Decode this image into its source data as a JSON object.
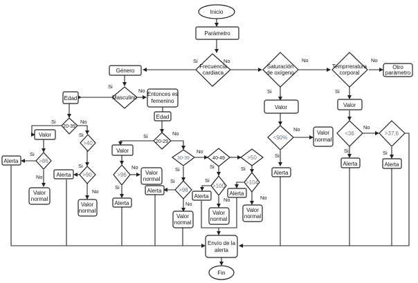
{
  "nodes": {
    "inicio": "Inicio",
    "parametro": "Parámetro",
    "frecuencia": [
      "Frecuencia",
      "cardiaca"
    ],
    "saturacion": [
      "Saturación",
      "de oxígeno"
    ],
    "temperatura": [
      "Temprreratura",
      "corporal"
    ],
    "otro": [
      "Otro",
      "parámetro"
    ],
    "genero": "Género",
    "masculino": "Masculino",
    "femenino": [
      "Entonces es",
      "femenino"
    ],
    "edad_m": "Edad",
    "edad_f": "Edad",
    "m_20_39": "20-39",
    "m_valor": "Valor",
    "m_gt86": ">86",
    "m_alerta1": "Alerta",
    "m_normal1": [
      "Valor",
      "normal"
    ],
    "m_gt40": ">40",
    "m_gt90": ">90",
    "m_alerta2": "Alerta",
    "m_normal2": [
      "Valor",
      "normal"
    ],
    "f_20_29": "20-29",
    "f_valor": "Valor",
    "f_gt96": ">96",
    "f_normal1": [
      "Valor",
      "normal"
    ],
    "f_alerta1": "Alerta",
    "f_30_39": "30-39",
    "f_gt98": ">98",
    "f_alerta2": "Alerta",
    "f_normal2": [
      "Valor",
      "normal"
    ],
    "f_40_49": "40-49",
    "f_gt100": ">100",
    "f_alerta3": "Alerta",
    "f_normal3": [
      "Valor",
      "normal"
    ],
    "f_gt50": ">50",
    "f_gt104": ">104",
    "f_alerta4": "Alerta",
    "f_normal4": [
      "Valor",
      "normal"
    ],
    "s_valor": "Valor",
    "s_lt90": "<90%",
    "s_normal": [
      "Valor",
      "normal"
    ],
    "s_alerta": "Alerta",
    "t_valor": "Valor",
    "t_lt36": "<36",
    "t_gt376": ">37,6",
    "t_alerta1": "Alerta",
    "t_alerta2": "Alerta",
    "envio": [
      "Envío de la",
      "alerta"
    ],
    "fin": "Fin"
  },
  "edge_labels": {
    "si": "Si",
    "no": "No"
  }
}
